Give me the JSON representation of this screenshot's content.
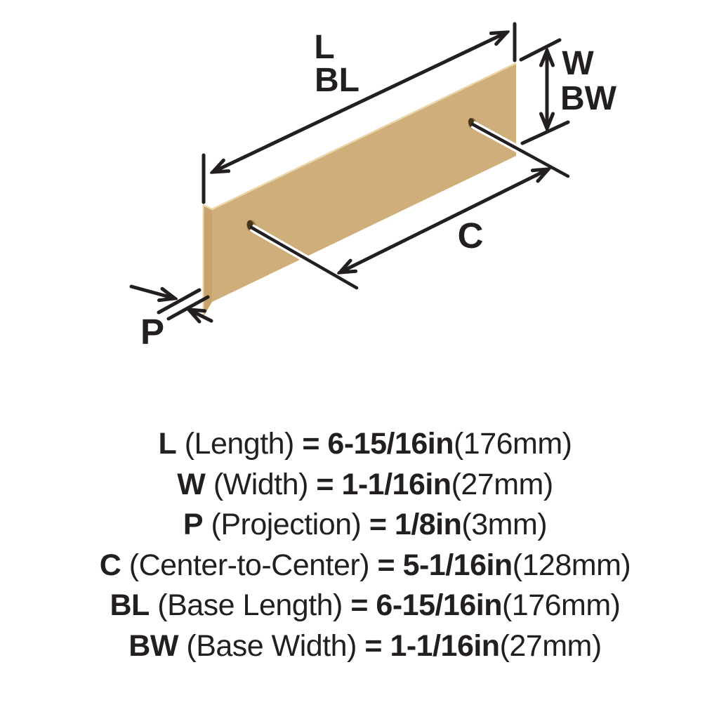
{
  "diagram": {
    "labels": {
      "length": "L",
      "base_length": "BL",
      "width": "W",
      "base_width": "BW",
      "center_to_center": "C",
      "projection": "P"
    },
    "colors": {
      "plate_face": "#D0AE7B",
      "plate_edge": "#C8A36B",
      "plate_highlight": "#EBD6A8",
      "hole_rim": "#9A7A49",
      "hole_dark": "#453619",
      "line": "#231F20",
      "background": "#FFFFFF"
    }
  },
  "specs": [
    {
      "symbol": "L",
      "name": "(Length)",
      "eq": "=",
      "value_in": "6-15/16in",
      "value_mm": "(176mm)"
    },
    {
      "symbol": "W",
      "name": "(Width)",
      "eq": "=",
      "value_in": "1-1/16in",
      "value_mm": "(27mm)"
    },
    {
      "symbol": "P",
      "name": "(Projection)",
      "eq": "=",
      "value_in": "1/8in",
      "value_mm": "(3mm)"
    },
    {
      "symbol": "C",
      "name": "(Center-to-Center)",
      "eq": "=",
      "value_in": "5-1/16in",
      "value_mm": "(128mm)"
    },
    {
      "symbol": "BL",
      "name": "(Base Length)",
      "eq": "=",
      "value_in": "6-15/16in",
      "value_mm": "(176mm)"
    },
    {
      "symbol": "BW",
      "name": "(Base Width)",
      "eq": "=",
      "value_in": "1-1/16in",
      "value_mm": "(27mm)"
    }
  ]
}
